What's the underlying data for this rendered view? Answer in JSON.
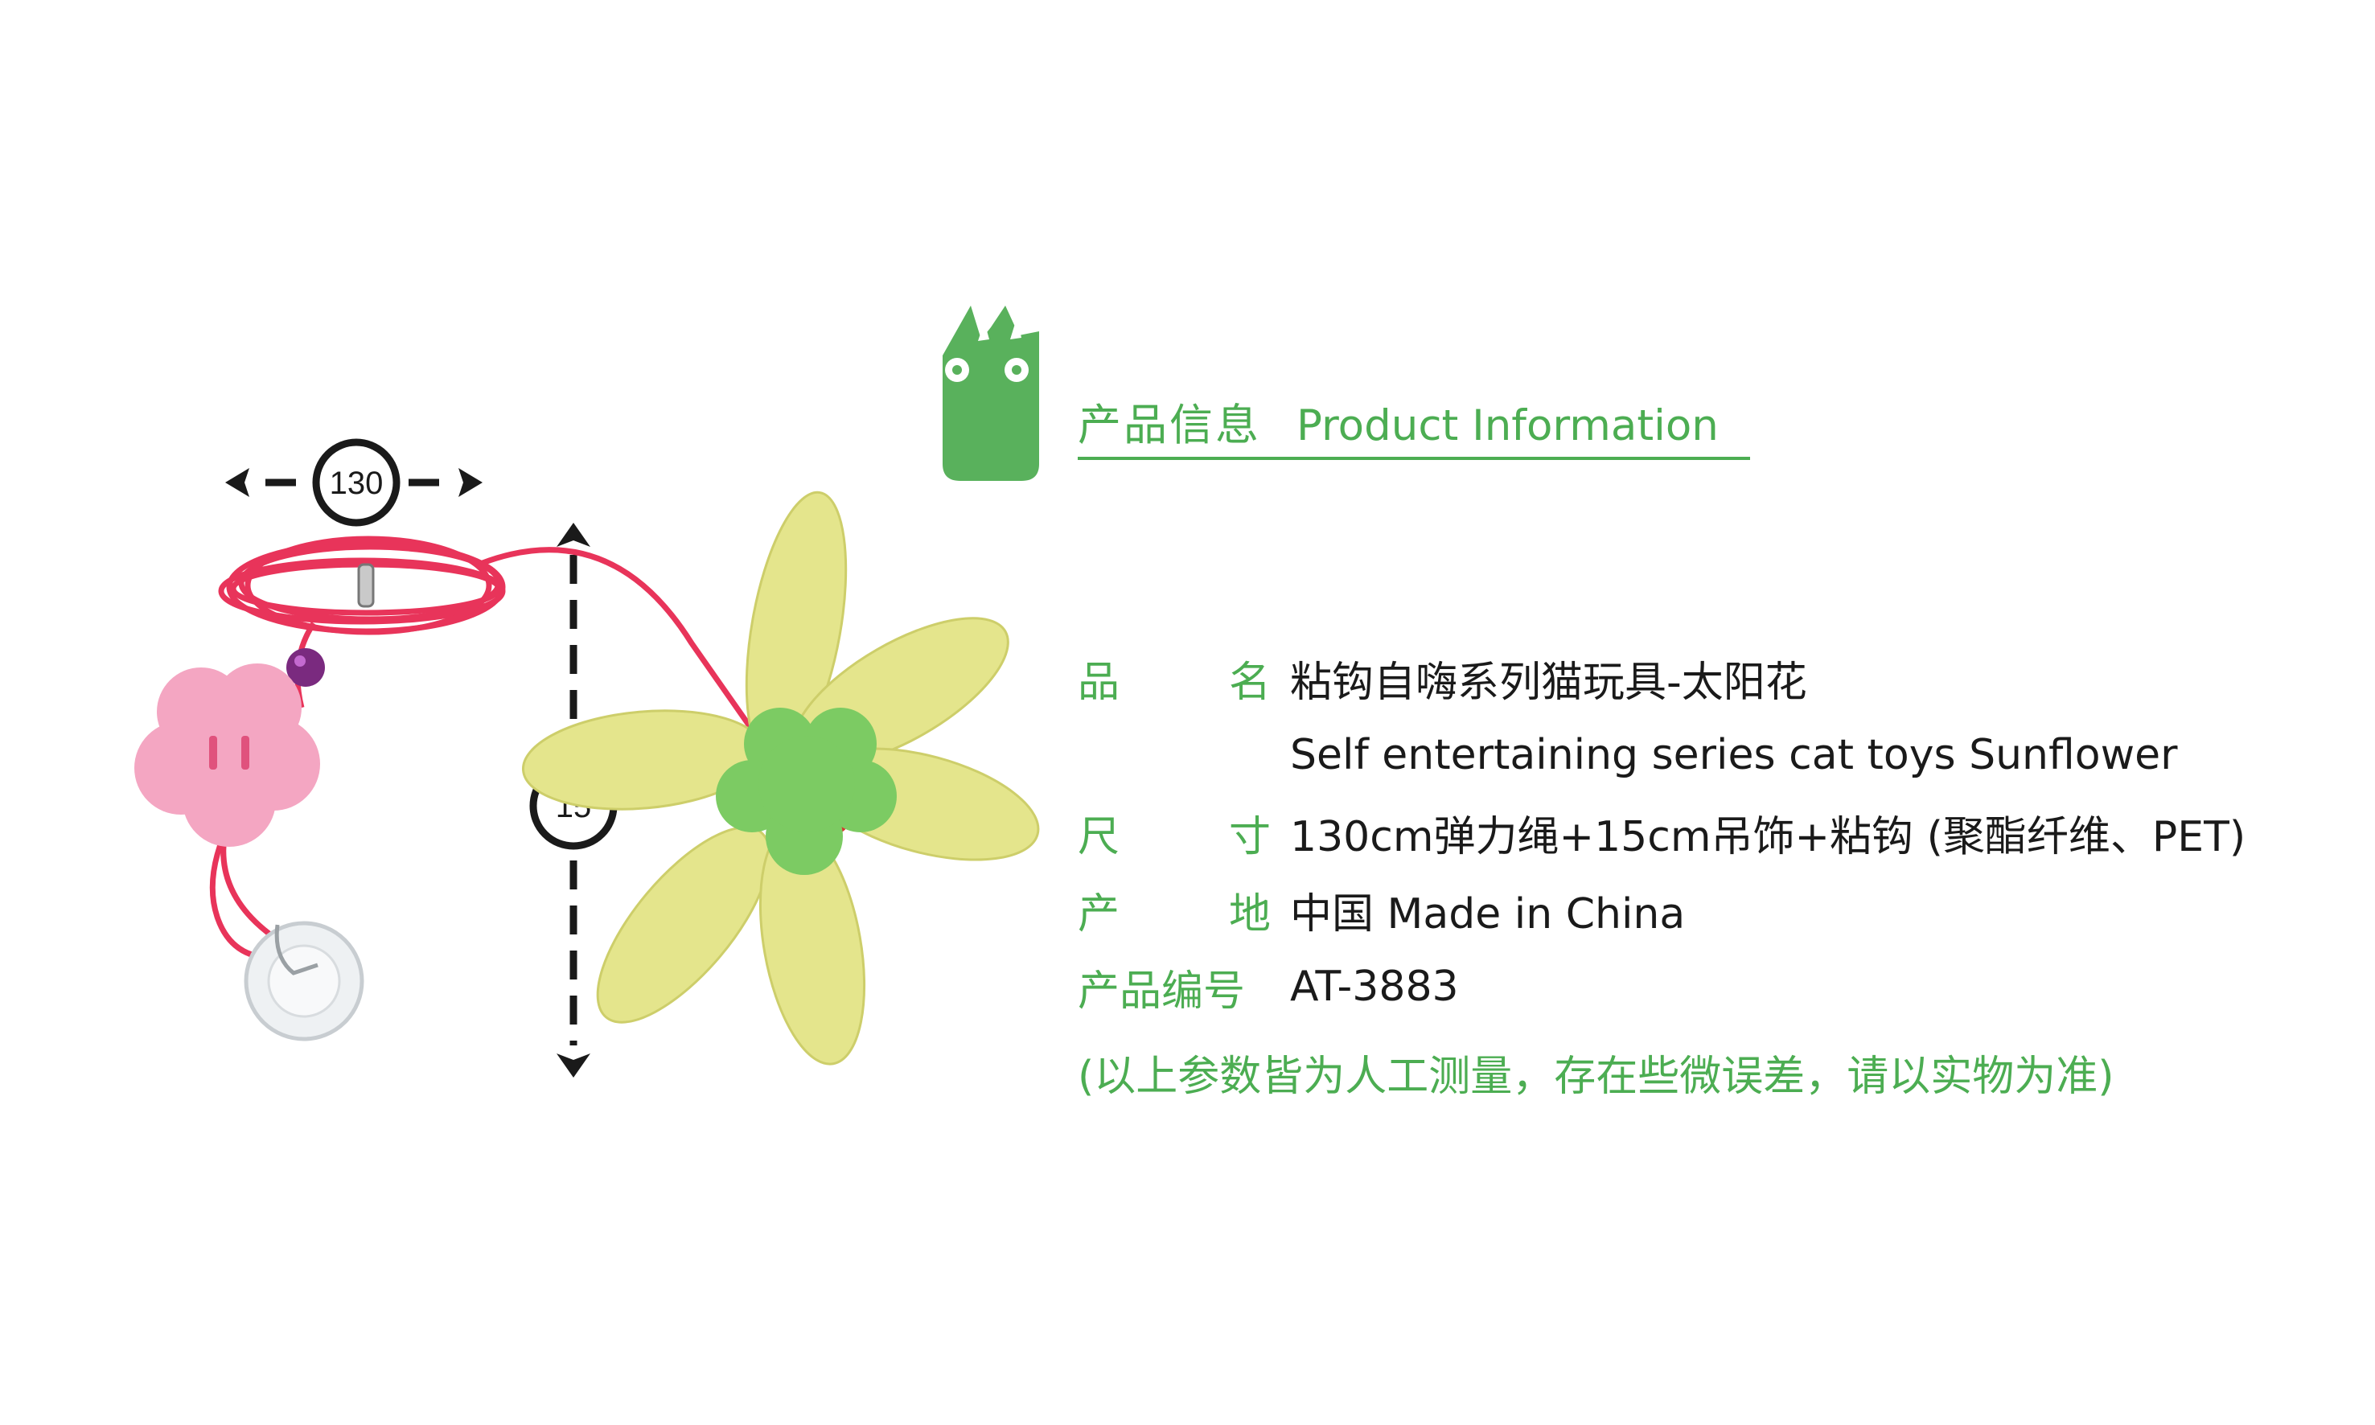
{
  "colors": {
    "accent_green": "#4cad52",
    "text_dark": "#1a1a1a",
    "background": "#ffffff"
  },
  "product_image": {
    "width_label": "130",
    "height_label": "15"
  },
  "header": {
    "logo_icon": "green-cat-mascot-icon",
    "title_cn": "产品信息",
    "title_en": "Product Information"
  },
  "specs": {
    "name": {
      "label_chars": [
        "品",
        "名"
      ],
      "value_cn": "粘钩自嗨系列猫玩具-太阳花",
      "value_en": "Self entertaining series cat toys Sunflower"
    },
    "size": {
      "label_chars": [
        "尺",
        "寸"
      ],
      "value": "130cm弹力绳+15cm吊饰+粘钩 (聚酯纤维、PET)"
    },
    "origin": {
      "label_chars": [
        "产",
        "地"
      ],
      "value": "中国 Made in China"
    },
    "model": {
      "label": "产品编号",
      "value": "AT-3883"
    },
    "note": "(以上参数皆为人工测量，存在些微误差，请以实物为准)"
  }
}
